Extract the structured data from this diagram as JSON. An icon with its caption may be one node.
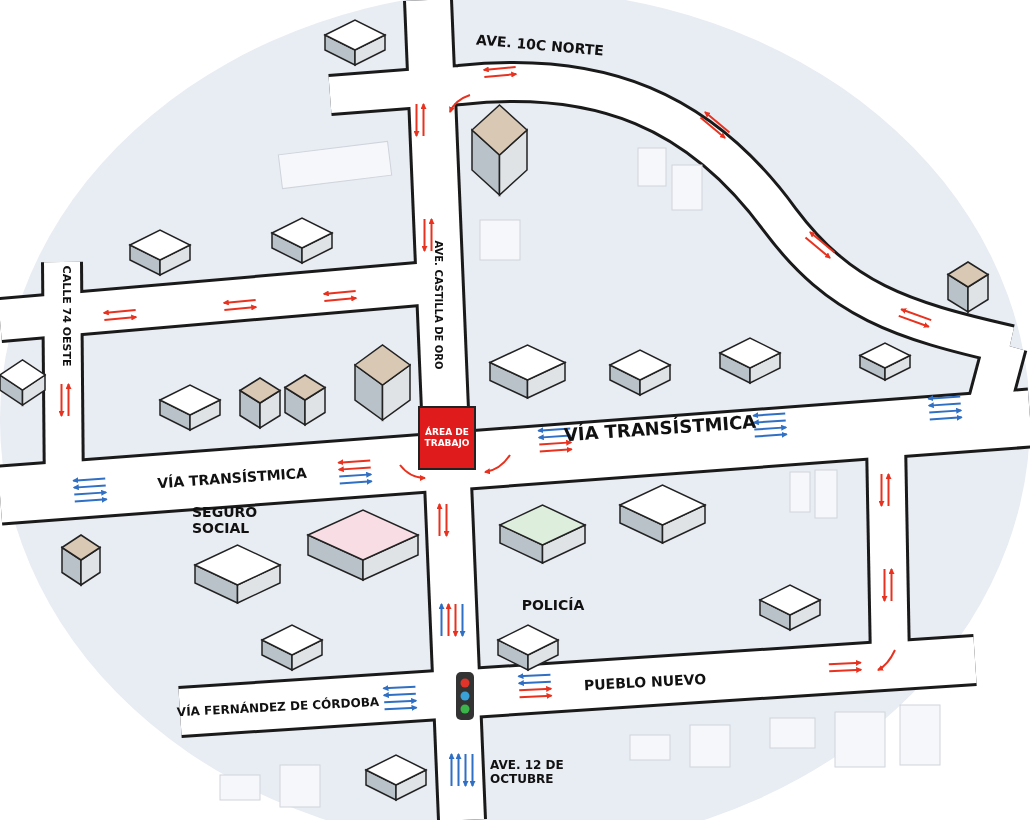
{
  "diagram": {
    "nodes": [
      {
        "text": [
          "ÁREA DE TRABAJO"
        ]
      },
      {
        "text": [],
        "shape": "box"
      }
    ],
    "labels": [
      "AVE. 10C NORTE",
      "CALLE 74 OESTE",
      "AVE. CASTILLA DE ORO",
      "VÍA TRANSÍSTMICA",
      "VÍA TRANSÍSTMICA",
      "SEGURO SOCIAL",
      "POLICÍA",
      "PUEBLO NUEVO",
      "VÍA FERNÁNDEZ DE CÓRDOBA",
      "AVE. 12 DE OCTUBRE"
    ]
  }
}
